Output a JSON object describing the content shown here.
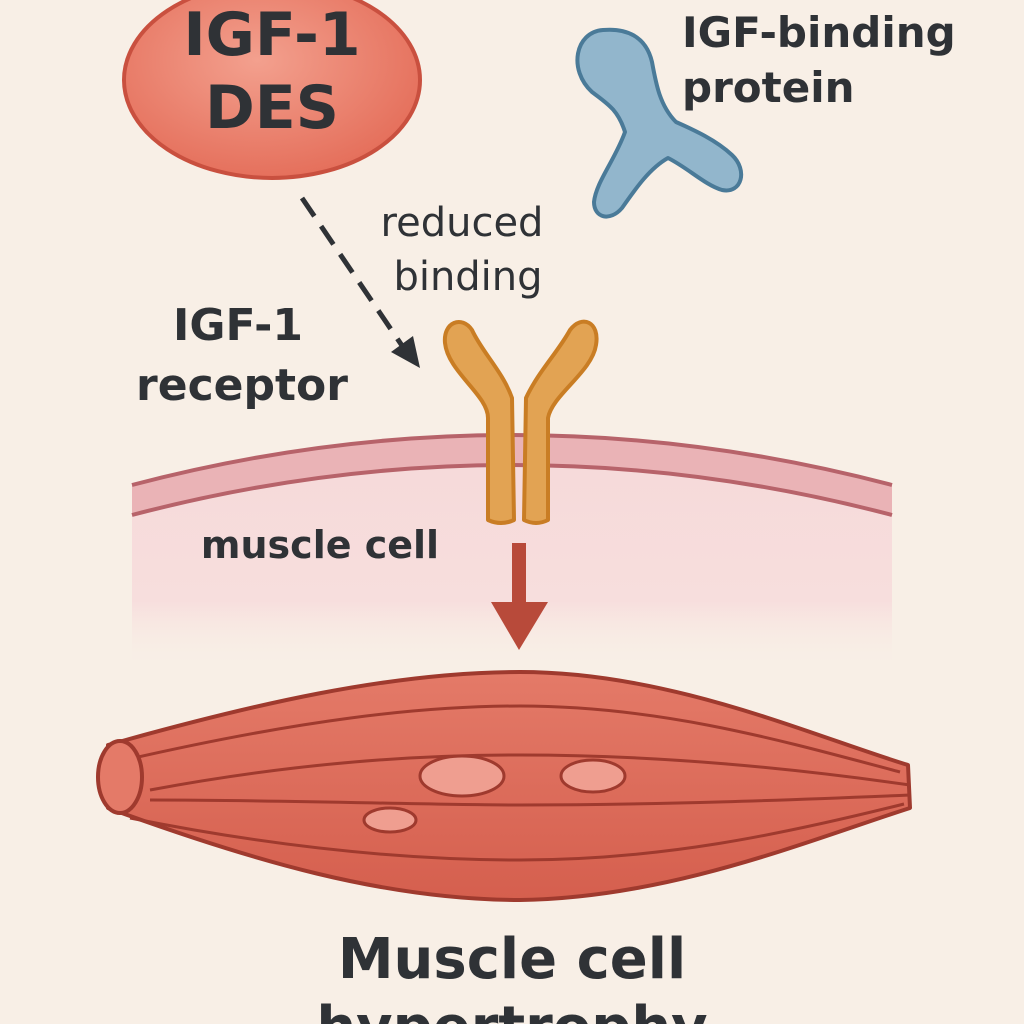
{
  "ligand": {
    "line1": "IGF-1",
    "line2": "DES",
    "fill_color": "#e9826d",
    "stroke_color": "#c9503f"
  },
  "binding_protein": {
    "line1": "IGF-binding",
    "line2": "protein",
    "fill_color": "#92b6cc",
    "stroke_color": "#4a7a98"
  },
  "arrow_label": {
    "line1": "reduced",
    "line2": "binding"
  },
  "receptor": {
    "line1": "IGF-1",
    "line2": "receptor",
    "fill_color": "#e2a353",
    "stroke_color": "#c97d24"
  },
  "cell": {
    "label": "muscle cell",
    "membrane_color": "#b7636a",
    "interior_color": "#f6dada"
  },
  "result": {
    "line1": "Muscle cell",
    "line2": "hypertrophy",
    "arrow_color": "#b84a3a",
    "fiber_color": "#dd6b5a"
  }
}
